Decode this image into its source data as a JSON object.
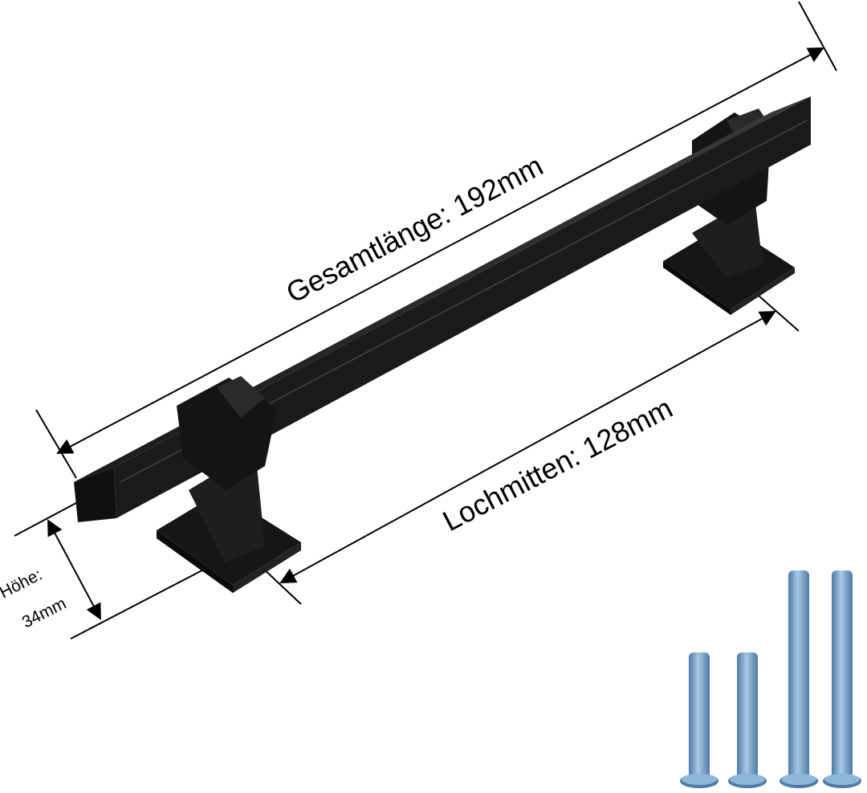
{
  "dimensions": {
    "total_length": "Gesamtlänge: 192mm",
    "hole_spacing": "Lochmitten: 128mm",
    "height_label": "Höhe:",
    "height_value": "34mm"
  },
  "colors": {
    "handle": "#1b1b1c",
    "handle_shade": "#0c0c0d",
    "handle_highlight": "#3a3a3c",
    "screw": "#7fa9cf",
    "screw_dark": "#4d7aa3",
    "line": "#000000"
  },
  "screws": [
    {
      "name": "short-screw",
      "length": "short"
    },
    {
      "name": "short-screw",
      "length": "short"
    },
    {
      "name": "long-screw",
      "length": "long"
    },
    {
      "name": "long-screw",
      "length": "long"
    }
  ]
}
